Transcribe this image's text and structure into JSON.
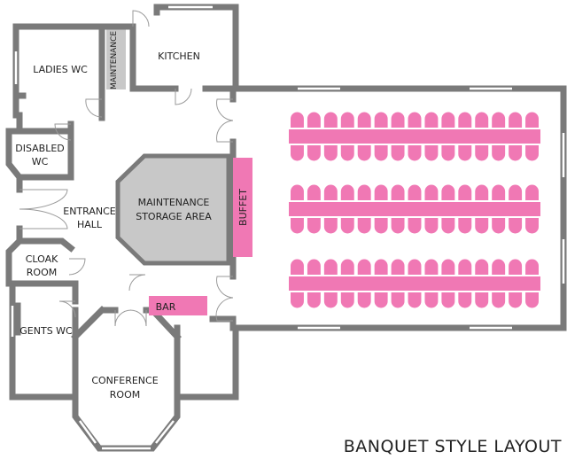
{
  "title": "BANQUET STYLE LAYOUT",
  "rooms": {
    "ladies_wc": "LADIES WC",
    "maintenance": "MAINTENANCE",
    "kitchen": "KITCHEN",
    "disabled_wc_1": "DISABLED",
    "disabled_wc_2": "WC",
    "entrance_hall_1": "ENTRANCE",
    "entrance_hall_2": "HALL",
    "maintenance_storage_1": "MAINTENANCE",
    "maintenance_storage_2": "STORAGE AREA",
    "buffet": "BUFFET",
    "cloak_room_1": "CLOAK",
    "cloak_room_2": "ROOM",
    "bar": "BAR",
    "gents_wc": "GENTS WC",
    "conference_room_1": "CONFERENCE",
    "conference_room_2": "ROOM"
  },
  "colors": {
    "wall": "#7a7a7a",
    "furniture": "#f078b4",
    "storage": "#c8c8c8",
    "text": "#222222"
  },
  "banquet": {
    "table_rows": 3,
    "seats_per_side": 15
  }
}
